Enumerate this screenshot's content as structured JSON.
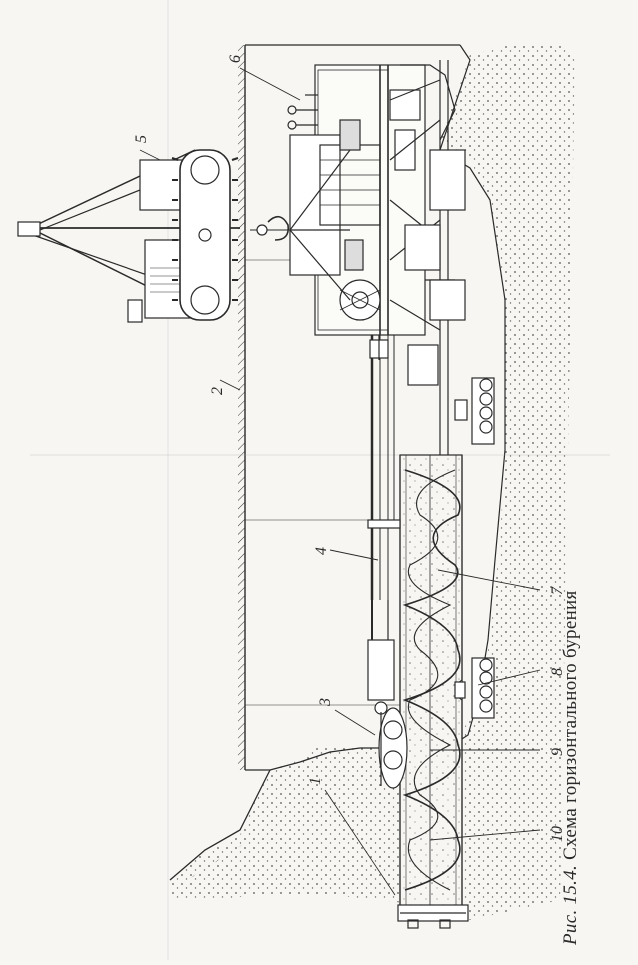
{
  "figure": {
    "number": "Рис. 15.4.",
    "title": "Схема горизонтального бурения"
  },
  "callouts": [
    {
      "id": "1",
      "label": "1"
    },
    {
      "id": "2",
      "label": "2"
    },
    {
      "id": "3",
      "label": "3"
    },
    {
      "id": "4",
      "label": "4"
    },
    {
      "id": "5",
      "label": "5"
    },
    {
      "id": "6",
      "label": "6"
    },
    {
      "id": "7",
      "label": "7"
    },
    {
      "id": "8",
      "label": "8"
    },
    {
      "id": "9",
      "label": "9"
    },
    {
      "id": "10",
      "label": "10"
    }
  ],
  "colors": {
    "ink": "#2a2a2a",
    "paper": "#f7f6f2"
  }
}
